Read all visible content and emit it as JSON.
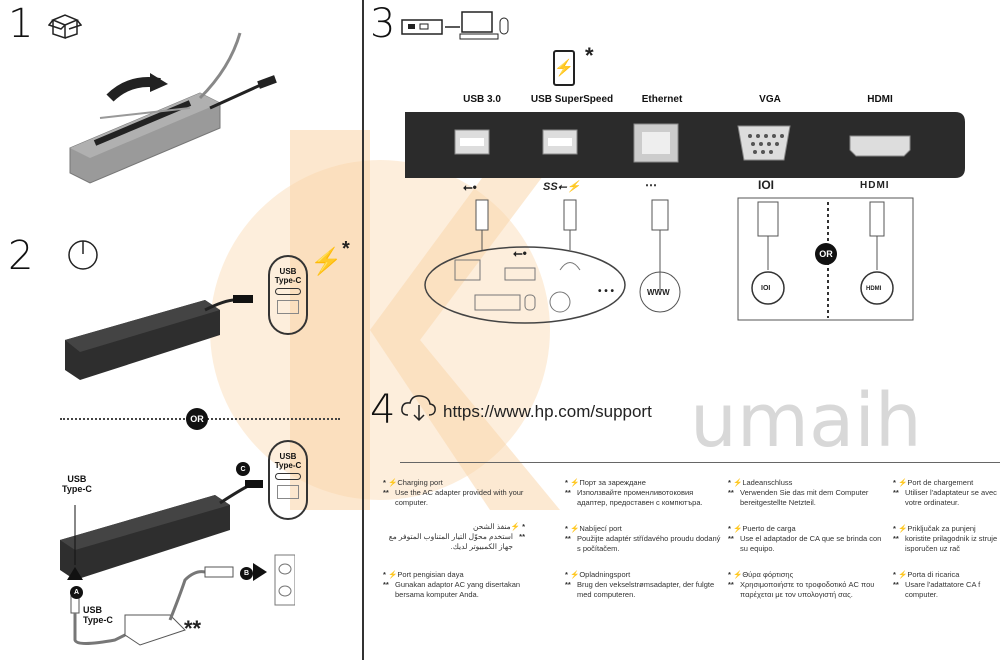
{
  "steps": {
    "s1": "1",
    "s2": "2",
    "s3": "3",
    "s4": "4"
  },
  "or_label": "OR",
  "usb_type_c": [
    "USB",
    "Type-C"
  ],
  "callouts": {
    "a": "A",
    "b": "B",
    "c": "C"
  },
  "asterisks": {
    "single": "*",
    "double": "**"
  },
  "ports": [
    {
      "label": "USB 3.0",
      "symbol": "usb-icon"
    },
    {
      "label": "USB SuperSpeed",
      "symbol": "ss-usb-charging-icon"
    },
    {
      "label": "Ethernet",
      "symbol": "network-icon"
    },
    {
      "label": "VGA",
      "symbol": "vga-icon"
    },
    {
      "label": "HDMI",
      "symbol": "hdmi-icon"
    }
  ],
  "port_symbols": {
    "ss": "SS",
    "vga": "IOI",
    "hdmi": "HDMI",
    "www": "WWW",
    "dots": "• • •"
  },
  "support_url": "https://www.hp.com/support",
  "watermark": "umaih",
  "notes": [
    {
      "title": "Charging port",
      "desc": "Use the AC adapter provided with your computer."
    },
    {
      "title": "منفذ الشحن",
      "desc": "استخدم محوّل التيار المتناوب المتوفر مع جهاز الكمبيوتر لديك."
    },
    {
      "title": "Port pengisian daya",
      "desc": "Gunakan adaptor AC yang disertakan bersama komputer Anda."
    },
    {
      "title": "Порт за зареждане",
      "desc": "Използвайте променливотоковия адаптер, предоставен с компютъра."
    },
    {
      "title": "Nabíjecí port",
      "desc": "Použijte adaptér střídavého proudu dodaný s počítačem."
    },
    {
      "title": "Opladningsport",
      "desc": "Brug den vekselstrømsadapter, der fulgte med computeren."
    },
    {
      "title": "Ladeanschluss",
      "desc": "Verwenden Sie das mit dem Computer bereitgestellte Netzteil."
    },
    {
      "title": "Puerto de carga",
      "desc": "Use el adaptador de CA que se brinda con su equipo."
    },
    {
      "title": "Θύρα φόρτισης",
      "desc": "Χρησιμοποιήστε το τροφοδοτικό AC που παρέχεται με τον υπολογιστή σας."
    },
    {
      "title": "Port de chargement",
      "desc": "Utiliser l'adaptateur se avec votre ordinateur."
    },
    {
      "title": "Priključak za punjenj",
      "desc": "koristite prilagodnik iz struje isporučen uz rač"
    },
    {
      "title": "Porta di ricarica",
      "desc": "Usare l'adattatore CA f computer."
    }
  ],
  "note_markers": {
    "title": "* ⚡",
    "desc": "**"
  },
  "colors": {
    "watermark_orange": "#f7c48a",
    "dock": "#2b2b2b"
  }
}
